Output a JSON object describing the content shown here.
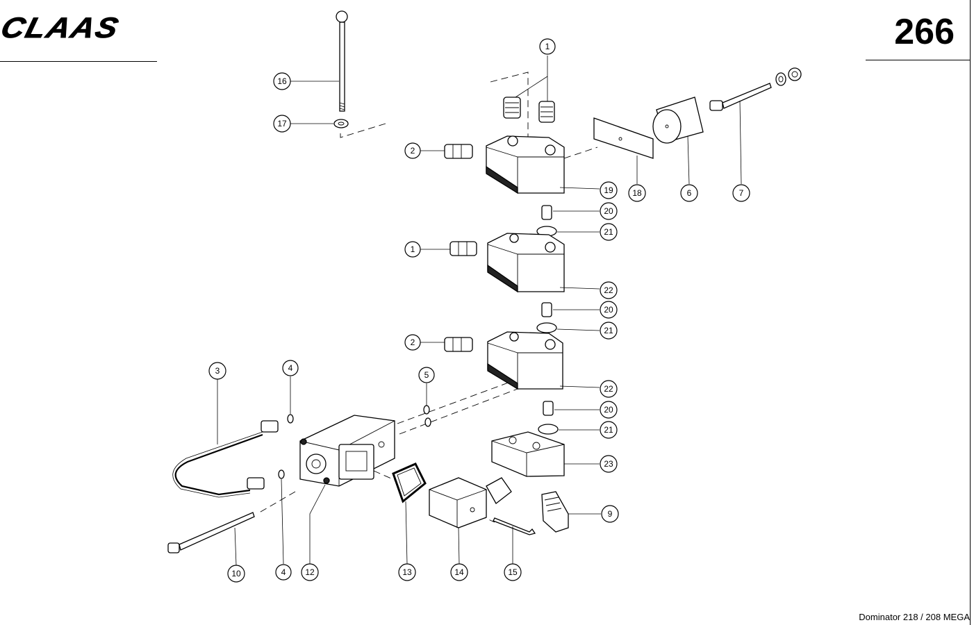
{
  "header": {
    "brand": "CLAAS",
    "page_number": "266"
  },
  "footer": {
    "model": "Dominator 218 / 208 MEGA"
  },
  "callouts": [
    {
      "id": "c1a",
      "label": "1"
    },
    {
      "id": "c2a",
      "label": "2"
    },
    {
      "id": "c19",
      "label": "19"
    },
    {
      "id": "c16",
      "label": "16"
    },
    {
      "id": "c17",
      "label": "17"
    },
    {
      "id": "c18",
      "label": "18"
    },
    {
      "id": "c6",
      "label": "6"
    },
    {
      "id": "c7",
      "label": "7"
    },
    {
      "id": "c20a",
      "label": "20"
    },
    {
      "id": "c21a",
      "label": "21"
    },
    {
      "id": "c1b",
      "label": "1"
    },
    {
      "id": "c22a",
      "label": "22"
    },
    {
      "id": "c20b",
      "label": "20"
    },
    {
      "id": "c21b",
      "label": "21"
    },
    {
      "id": "c2b",
      "label": "2"
    },
    {
      "id": "c22b",
      "label": "22"
    },
    {
      "id": "c20c",
      "label": "20"
    },
    {
      "id": "c21c",
      "label": "21"
    },
    {
      "id": "c23",
      "label": "23"
    },
    {
      "id": "c9",
      "label": "9"
    },
    {
      "id": "c3",
      "label": "3"
    },
    {
      "id": "c4a",
      "label": "4"
    },
    {
      "id": "c5",
      "label": "5"
    },
    {
      "id": "c10",
      "label": "10"
    },
    {
      "id": "c4b",
      "label": "4"
    },
    {
      "id": "c12",
      "label": "12"
    },
    {
      "id": "c13",
      "label": "13"
    },
    {
      "id": "c14",
      "label": "14"
    },
    {
      "id": "c15",
      "label": "15"
    }
  ]
}
